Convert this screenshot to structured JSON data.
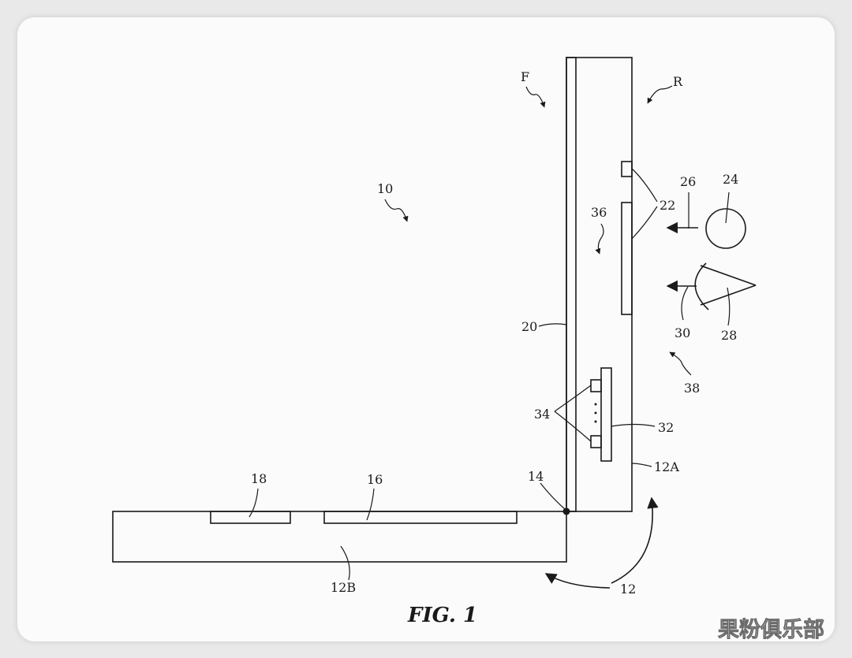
{
  "figure": {
    "caption": "FIG. 1",
    "labels": {
      "device": "10",
      "housing": "12",
      "housing_upper": "12A",
      "housing_lower": "12B",
      "hinge": "14",
      "item_16": "16",
      "item_18": "18",
      "display": "20",
      "sensors": "22",
      "object": "24",
      "arrow_26": "26",
      "eye": "28",
      "arrow_30": "30",
      "component_32": "32",
      "components_34": "34",
      "region_36": "36",
      "viewing_38": "38",
      "front": "F",
      "rear": "R"
    }
  },
  "watermark": {
    "text": "果粉俱乐部"
  },
  "colors": {
    "page_background": "#e9e9e9",
    "card_background": "#fbfbfb",
    "ink": "#1a1a1a"
  }
}
